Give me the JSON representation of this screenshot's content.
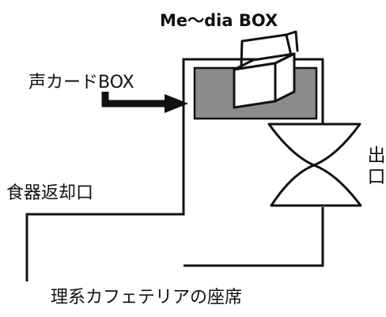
{
  "labels": {
    "media_box": "Me〜dia BOX",
    "voice_card_box": "声カードBOX",
    "tray_return": "食器返却口",
    "exit": "出口",
    "seat": "理系カフェテリアの座席"
  },
  "colors": {
    "line": "#111111",
    "tray_fill": "#8c8c8c",
    "background": "#ffffff"
  }
}
